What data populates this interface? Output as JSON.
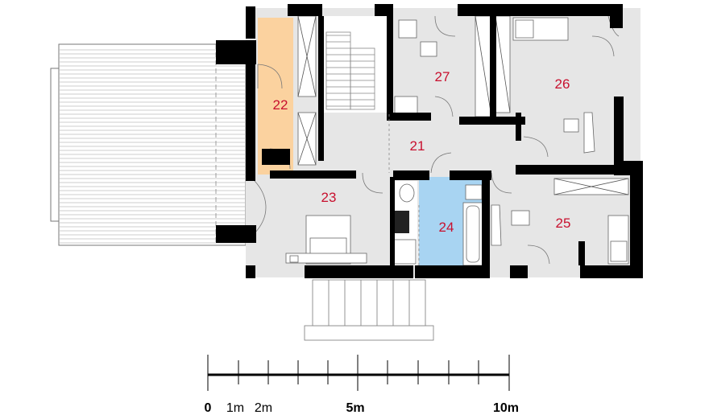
{
  "colors": {
    "wall": "#000000",
    "floor": "#e6e6e6",
    "room_22": "#fbd29f",
    "room_24": "#a8d4f2",
    "label": "#c8102e"
  },
  "rooms": [
    {
      "id": "r21",
      "label": "21"
    },
    {
      "id": "r22",
      "label": "22"
    },
    {
      "id": "r23",
      "label": "23"
    },
    {
      "id": "r24",
      "label": "24"
    },
    {
      "id": "r25",
      "label": "25"
    },
    {
      "id": "r26",
      "label": "26"
    },
    {
      "id": "r27",
      "label": "27"
    }
  ],
  "scale": {
    "labels": [
      "0",
      "1m",
      "2m",
      "5m",
      "10m"
    ]
  }
}
